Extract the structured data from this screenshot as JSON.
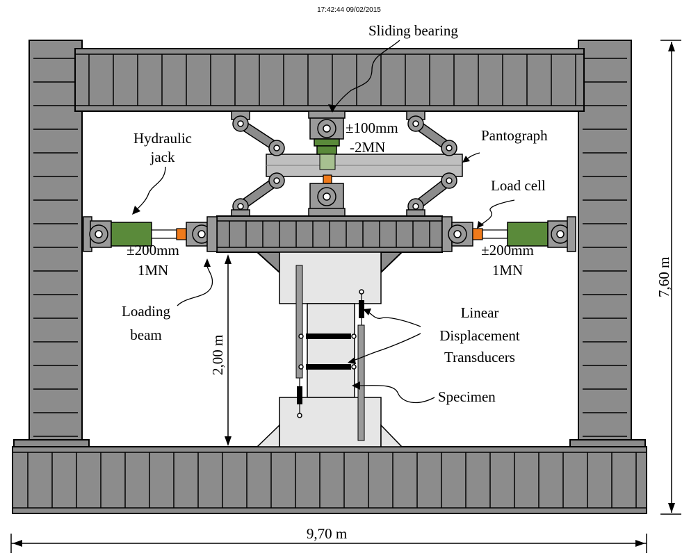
{
  "timestamp": "17:42:44 09/02/2015",
  "labels": {
    "sliding_bearing": "Sliding bearing",
    "vertical_stroke": "±100mm",
    "vertical_force": "-2MN",
    "pantograph": "Pantograph",
    "hydraulic_jack_line1": "Hydraulic",
    "hydraulic_jack_line2": "jack",
    "load_cell": "Load cell",
    "left_stroke": "±200mm",
    "left_force": "1MN",
    "right_stroke": "±200mm",
    "right_force": "1MN",
    "loading_beam_line1": "Loading",
    "loading_beam_line2": "beam",
    "ldt_line1": "Linear",
    "ldt_line2": "Displacement",
    "ldt_line3": "Transducers",
    "specimen": "Specimen"
  },
  "dimensions": {
    "height_specimen": "2,00 m",
    "height_total": "7,60 m",
    "width_total": "9,70 m"
  },
  "colors": {
    "steel": "#8c8c8c",
    "jack": "#5a8a3a",
    "load_cell": "#f07a1a",
    "concrete": "#e6e6e6"
  }
}
